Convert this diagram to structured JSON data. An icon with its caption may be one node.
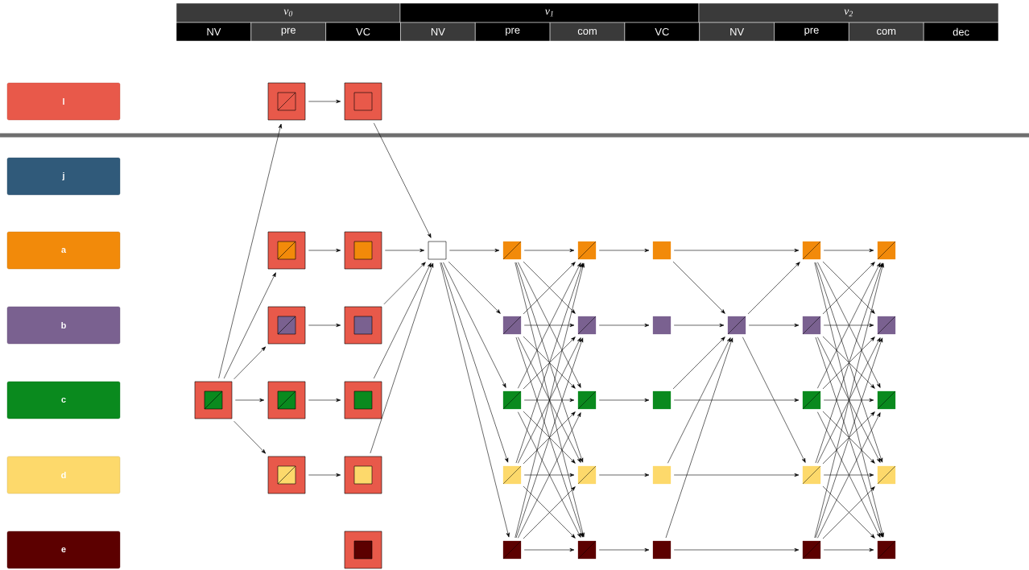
{
  "diagram": {
    "nodes": [
      {
        "text": [
          "l"
        ]
      },
      {
        "text": [
          "j"
        ]
      },
      {
        "text": [
          "a"
        ]
      },
      {
        "text": [
          "b"
        ]
      },
      {
        "text": [
          "c"
        ]
      },
      {
        "text": [
          "d"
        ]
      },
      {
        "text": [
          "e"
        ]
      },
      {
        "text": [],
        "shape": "box"
      },
      {
        "text": [],
        "shape": "box"
      },
      {
        "text": [],
        "shape": "box"
      },
      {
        "text": [],
        "shape": "box"
      },
      {
        "text": [],
        "shape": "box"
      },
      {
        "text": [],
        "shape": "box"
      },
      {
        "text": [],
        "shape": "box"
      },
      {
        "text": [],
        "shape": "box"
      },
      {
        "text": [],
        "shape": "box"
      },
      {
        "text": [],
        "shape": "box"
      },
      {
        "text": [],
        "shape": "box"
      },
      {
        "text": [],
        "shape": "box"
      },
      {
        "text": [],
        "shape": "box"
      },
      {
        "text": [],
        "shape": "box"
      },
      {
        "text": [],
        "shape": "box"
      },
      {
        "text": [],
        "shape": "box"
      },
      {
        "text": [],
        "shape": "box"
      },
      {
        "text": [],
        "shape": "box"
      },
      {
        "text": [],
        "shape": "box"
      },
      {
        "text": [],
        "shape": "box"
      },
      {
        "text": [],
        "shape": "box"
      },
      {
        "text": [],
        "shape": "box"
      },
      {
        "text": [],
        "shape": "box"
      },
      {
        "text": [],
        "shape": "box"
      },
      {
        "text": [],
        "shape": "box"
      },
      {
        "text": [],
        "shape": "box"
      },
      {
        "text": [],
        "shape": "box"
      },
      {
        "text": [],
        "shape": "box"
      },
      {
        "text": [],
        "shape": "box"
      },
      {
        "text": [],
        "shape": "box"
      },
      {
        "text": [],
        "shape": "box"
      },
      {
        "text": [],
        "shape": "box"
      },
      {
        "text": [],
        "shape": "box"
      },
      {
        "text": [],
        "shape": "box"
      },
      {
        "text": [],
        "shape": "box"
      },
      {
        "text": [],
        "shape": "box"
      },
      {
        "text": [],
        "shape": "box"
      },
      {
        "text": [],
        "shape": "box"
      },
      {
        "text": [],
        "shape": "box"
      }
    ],
    "edges": [
      {
        "from": 7,
        "to": 8,
        "arrow": "to"
      },
      {
        "from": 7,
        "to": 9,
        "arrow": "to"
      },
      {
        "from": 7,
        "to": 10,
        "arrow": "to"
      },
      {
        "from": 7,
        "to": 11,
        "arrow": "to"
      },
      {
        "from": 7,
        "to": 12,
        "arrow": "to"
      },
      {
        "from": 8,
        "to": 13,
        "arrow": "to"
      },
      {
        "from": 9,
        "to": 14,
        "arrow": "to"
      },
      {
        "from": 10,
        "to": 15,
        "arrow": "to"
      },
      {
        "from": 11,
        "to": 16,
        "arrow": "to"
      },
      {
        "from": 12,
        "to": 17,
        "arrow": "to"
      },
      {
        "from": 13,
        "to": 19,
        "arrow": "to"
      },
      {
        "from": 14,
        "to": 19,
        "arrow": "to"
      },
      {
        "from": 15,
        "to": 19,
        "arrow": "to"
      },
      {
        "from": 16,
        "to": 19,
        "arrow": "to"
      },
      {
        "from": 17,
        "to": 19,
        "arrow": "to"
      },
      {
        "from": 19,
        "to": 20,
        "arrow": "to"
      },
      {
        "from": 19,
        "to": 21,
        "arrow": "to"
      },
      {
        "from": 19,
        "to": 22,
        "arrow": "to"
      },
      {
        "from": 19,
        "to": 23,
        "arrow": "to"
      },
      {
        "from": 19,
        "to": 24,
        "arrow": "to"
      },
      {
        "from": 20,
        "to": 25,
        "arrow": "to"
      },
      {
        "from": 20,
        "to": 26,
        "arrow": "to"
      },
      {
        "from": 20,
        "to": 27,
        "arrow": "to"
      },
      {
        "from": 20,
        "to": 28,
        "arrow": "to"
      },
      {
        "from": 20,
        "to": 29,
        "arrow": "to"
      },
      {
        "from": 21,
        "to": 25,
        "arrow": "to"
      },
      {
        "from": 21,
        "to": 26,
        "arrow": "to"
      },
      {
        "from": 21,
        "to": 27,
        "arrow": "to"
      },
      {
        "from": 21,
        "to": 28,
        "arrow": "to"
      },
      {
        "from": 21,
        "to": 29,
        "arrow": "to"
      },
      {
        "from": 22,
        "to": 25,
        "arrow": "to"
      },
      {
        "from": 22,
        "to": 26,
        "arrow": "to"
      },
      {
        "from": 22,
        "to": 27,
        "arrow": "to"
      },
      {
        "from": 22,
        "to": 28,
        "arrow": "to"
      },
      {
        "from": 22,
        "to": 29,
        "arrow": "to"
      },
      {
        "from": 23,
        "to": 25,
        "arrow": "to"
      },
      {
        "from": 23,
        "to": 26,
        "arrow": "to"
      },
      {
        "from": 23,
        "to": 27,
        "arrow": "to"
      },
      {
        "from": 23,
        "to": 28,
        "arrow": "to"
      },
      {
        "from": 23,
        "to": 29,
        "arrow": "to"
      },
      {
        "from": 24,
        "to": 25,
        "arrow": "to"
      },
      {
        "from": 24,
        "to": 26,
        "arrow": "to"
      },
      {
        "from": 24,
        "to": 27,
        "arrow": "to"
      },
      {
        "from": 24,
        "to": 28,
        "arrow": "to"
      },
      {
        "from": 24,
        "to": 29,
        "arrow": "to"
      },
      {
        "from": 25,
        "to": 30,
        "arrow": "to"
      },
      {
        "from": 26,
        "to": 31,
        "arrow": "to"
      },
      {
        "from": 27,
        "to": 32,
        "arrow": "to"
      },
      {
        "from": 28,
        "to": 33,
        "arrow": "to"
      },
      {
        "from": 29,
        "to": 34,
        "arrow": "to"
      },
      {
        "from": 30,
        "to": 36,
        "arrow": "to"
      },
      {
        "from": 30,
        "to": 35,
        "arrow": "to"
      },
      {
        "from": 31,
        "to": 35,
        "arrow": "to"
      },
      {
        "from": 32,
        "to": 35,
        "arrow": "to"
      },
      {
        "from": 33,
        "to": 35,
        "arrow": "to"
      },
      {
        "from": 34,
        "to": 35,
        "arrow": "to"
      },
      {
        "from": 32,
        "to": 38,
        "arrow": "to"
      },
      {
        "from": 33,
        "to": 39,
        "arrow": "to"
      },
      {
        "from": 34,
        "to": 40,
        "arrow": "to"
      },
      {
        "from": 35,
        "to": 36,
        "arrow": "to"
      },
      {
        "from": 35,
        "to": 37,
        "arrow": "to"
      },
      {
        "from": 35,
        "to": 39,
        "arrow": "to"
      },
      {
        "from": 36,
        "to": 41,
        "arrow": "to"
      },
      {
        "from": 36,
        "to": 42,
        "arrow": "to"
      },
      {
        "from": 36,
        "to": 43,
        "arrow": "to"
      },
      {
        "from": 36,
        "to": 44,
        "arrow": "to"
      },
      {
        "from": 36,
        "to": 45,
        "arrow": "to"
      },
      {
        "from": 37,
        "to": 41,
        "arrow": "to"
      },
      {
        "from": 37,
        "to": 42,
        "arrow": "to"
      },
      {
        "from": 37,
        "to": 43,
        "arrow": "to"
      },
      {
        "from": 37,
        "to": 44,
        "arrow": "to"
      },
      {
        "from": 37,
        "to": 45,
        "arrow": "to"
      },
      {
        "from": 38,
        "to": 41,
        "arrow": "to"
      },
      {
        "from": 38,
        "to": 42,
        "arrow": "to"
      },
      {
        "from": 38,
        "to": 43,
        "arrow": "to"
      },
      {
        "from": 38,
        "to": 44,
        "arrow": "to"
      },
      {
        "from": 38,
        "to": 45,
        "arrow": "to"
      },
      {
        "from": 39,
        "to": 41,
        "arrow": "to"
      },
      {
        "from": 39,
        "to": 42,
        "arrow": "to"
      },
      {
        "from": 39,
        "to": 43,
        "arrow": "to"
      },
      {
        "from": 39,
        "to": 44,
        "arrow": "to"
      },
      {
        "from": 39,
        "to": 45,
        "arrow": "to"
      },
      {
        "from": 40,
        "to": 41,
        "arrow": "to"
      },
      {
        "from": 40,
        "to": 42,
        "arrow": "to"
      },
      {
        "from": 40,
        "to": 43,
        "arrow": "to"
      },
      {
        "from": 40,
        "to": 44,
        "arrow": "to"
      },
      {
        "from": 40,
        "to": 45,
        "arrow": "to"
      }
    ],
    "labels": [
      "v$_{0}$",
      "v$_{1}$",
      "v$_{2}$",
      "NV",
      "pre",
      "VC",
      "NV",
      "pre",
      "com",
      "VC",
      "NV",
      "pre",
      "com",
      "dec"
    ]
  }
}
